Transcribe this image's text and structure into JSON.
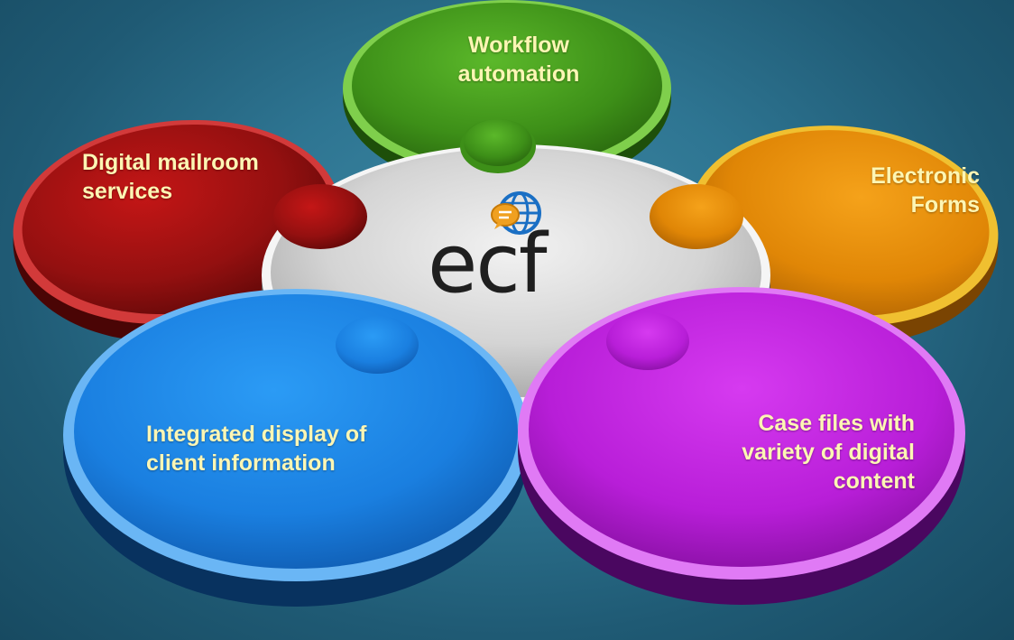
{
  "petals": {
    "workflow": {
      "lines": [
        "Workflow",
        "automation"
      ],
      "color": "#3e9a1e"
    },
    "mailroom": {
      "lines": [
        "Digital mailroom",
        "services"
      ],
      "color": "#9c1010"
    },
    "forms": {
      "lines": [
        "Electronic",
        "Forms"
      ],
      "color": "#e08c06"
    },
    "display": {
      "lines": [
        "Integrated display of",
        "client information"
      ],
      "color": "#1f86e6"
    },
    "casefiles": {
      "lines": [
        "Case files with",
        "variety of digital",
        "content"
      ],
      "color": "#c020e6"
    }
  },
  "center": {
    "logo_text": "ecf",
    "color": "#d8d8d8",
    "logo_icon": "globe-chat-icon"
  },
  "label_color": "#fdf6b4"
}
